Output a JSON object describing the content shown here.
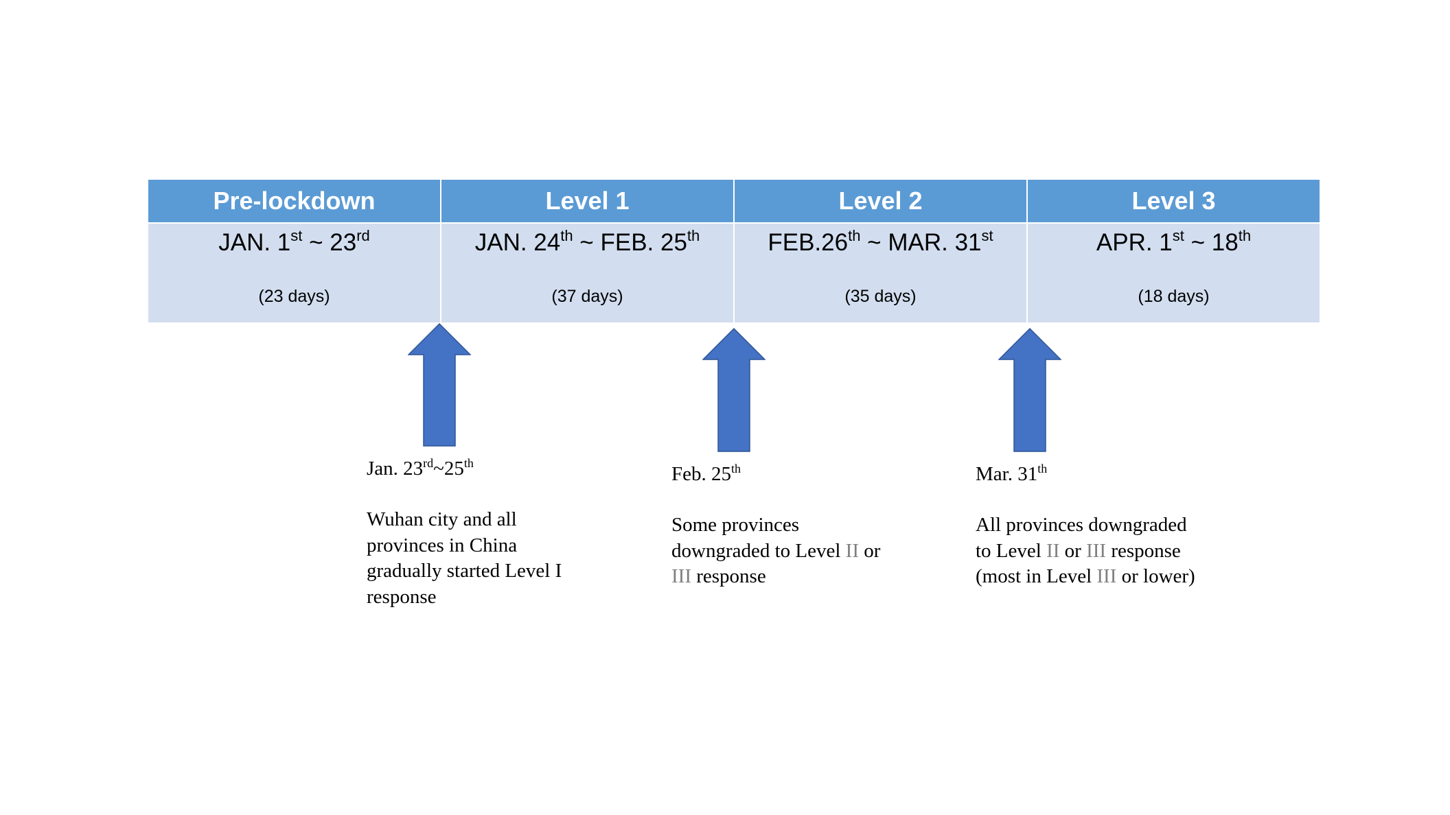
{
  "phases": [
    {
      "name": "Pre-lockdown",
      "start": "JAN. 1",
      "start_sup": "st",
      "sep": " ~ ",
      "end": "23",
      "end_sup": "rd",
      "days": "(23 days)"
    },
    {
      "name": "Level 1",
      "start": "JAN. 24",
      "start_sup": "th",
      "sep": " ~ ",
      "end": "FEB. 25",
      "end_sup": "th",
      "days": "(37 days)"
    },
    {
      "name": "Level 2",
      "start": "FEB.26",
      "start_sup": "th",
      "sep": " ~ ",
      "end": "MAR. 31",
      "end_sup": "st",
      "days": "(35 days)"
    },
    {
      "name": "Level 3",
      "start": "APR. 1",
      "start_sup": "st",
      "sep": " ~ ",
      "end": "18",
      "end_sup": "th",
      "days": "(18 days)"
    }
  ],
  "events": [
    {
      "date_a": "Jan. 23",
      "date_a_sup": "rd",
      "date_sep": "~",
      "date_b": "25",
      "date_b_sup": "th",
      "text_1": "Wuhan city and all provinces in China gradually started Level I response"
    },
    {
      "date_a": "Feb. 25",
      "date_a_sup": "th",
      "text_1": "Some provinces downgraded to Level ",
      "roman_1": "II",
      "text_2": " or ",
      "roman_2": "III",
      "text_3": " response"
    },
    {
      "date_a": "Mar. 31",
      "date_a_sup": "th",
      "text_1": "All provinces downgraded to Level ",
      "roman_1": "II",
      "text_2": " or ",
      "roman_2": "III",
      "text_3": " response (most in Level ",
      "roman_3": "III",
      "text_4": " or lower)"
    }
  ],
  "colors": {
    "header": "#5B9BD5",
    "body": "#D2DEEF",
    "arrow": "#4472C4",
    "roman": "#7f7f7f"
  },
  "icons": [
    "up-arrow-icon"
  ]
}
